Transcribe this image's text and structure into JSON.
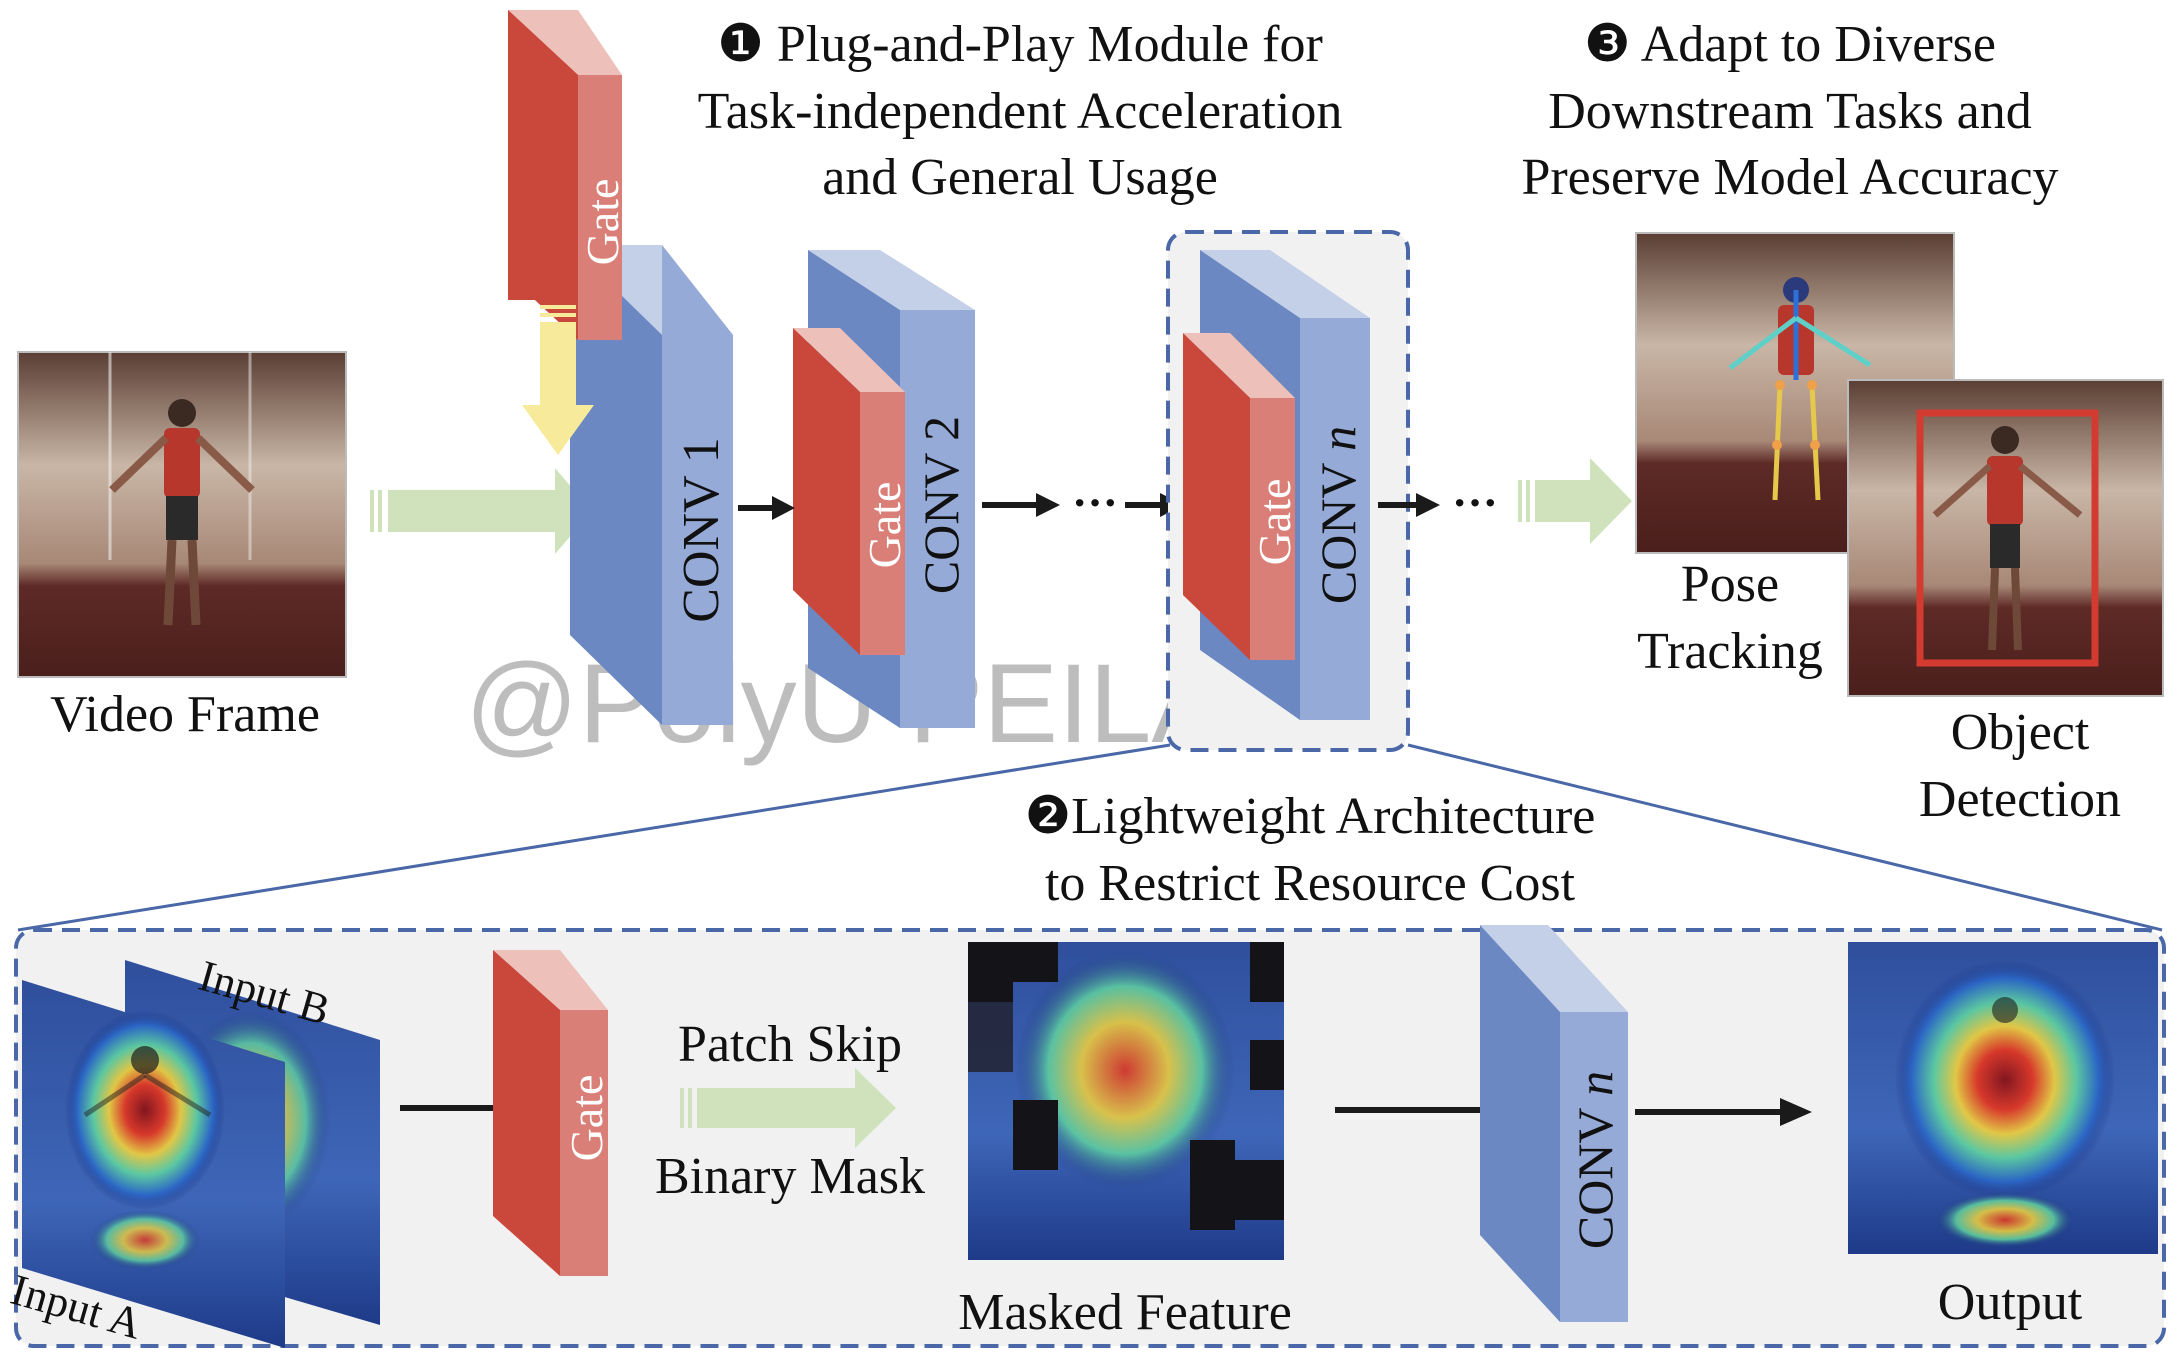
{
  "header": {
    "module_line1": "❶ Plug-and-Play Module for",
    "module_line2": "Task-independent Acceleration",
    "module_line3": "and General Usage",
    "adapt_line1": "❸  Adapt to Diverse",
    "adapt_line2": "Downstream Tasks and",
    "adapt_line3": "Preserve Model Accuracy"
  },
  "pipeline": {
    "video_frame": "Video Frame",
    "gate": "Gate",
    "conv1": "CONV 1",
    "conv2": "CONV 2",
    "convn_prefix": "CONV ",
    "convn_suffix": "n",
    "ellipsis": "···"
  },
  "tasks": {
    "pose_line1": "Pose",
    "pose_line2": "Tracking",
    "object_line1": "Object",
    "object_line2": "Detection"
  },
  "detail": {
    "title_line1": "❷Lightweight Architecture",
    "title_line2": "to Restrict Resource Cost",
    "input_a": "Input A",
    "input_b": "Input B",
    "gate": "Gate",
    "patch_skip": "Patch Skip",
    "binary_mask": "Binary Mask",
    "masked_feature": "Masked Feature",
    "convn_prefix": "CONV ",
    "convn_suffix": "n",
    "output": "Output"
  },
  "watermark": "@PolyU PEILAB",
  "colors": {
    "conv_front": "#6b88c2",
    "conv_side": "#96aad8",
    "conv_top": "#c4cfe8",
    "gate_front": "#c9473b",
    "gate_side": "#d97f77",
    "gate_top": "#eec0ba",
    "arrow_green": "#cfe2bc",
    "arrow_yellow": "#f7ea9a",
    "dash_blue": "#4a67a8",
    "panel_gray": "#f1f1f1"
  }
}
